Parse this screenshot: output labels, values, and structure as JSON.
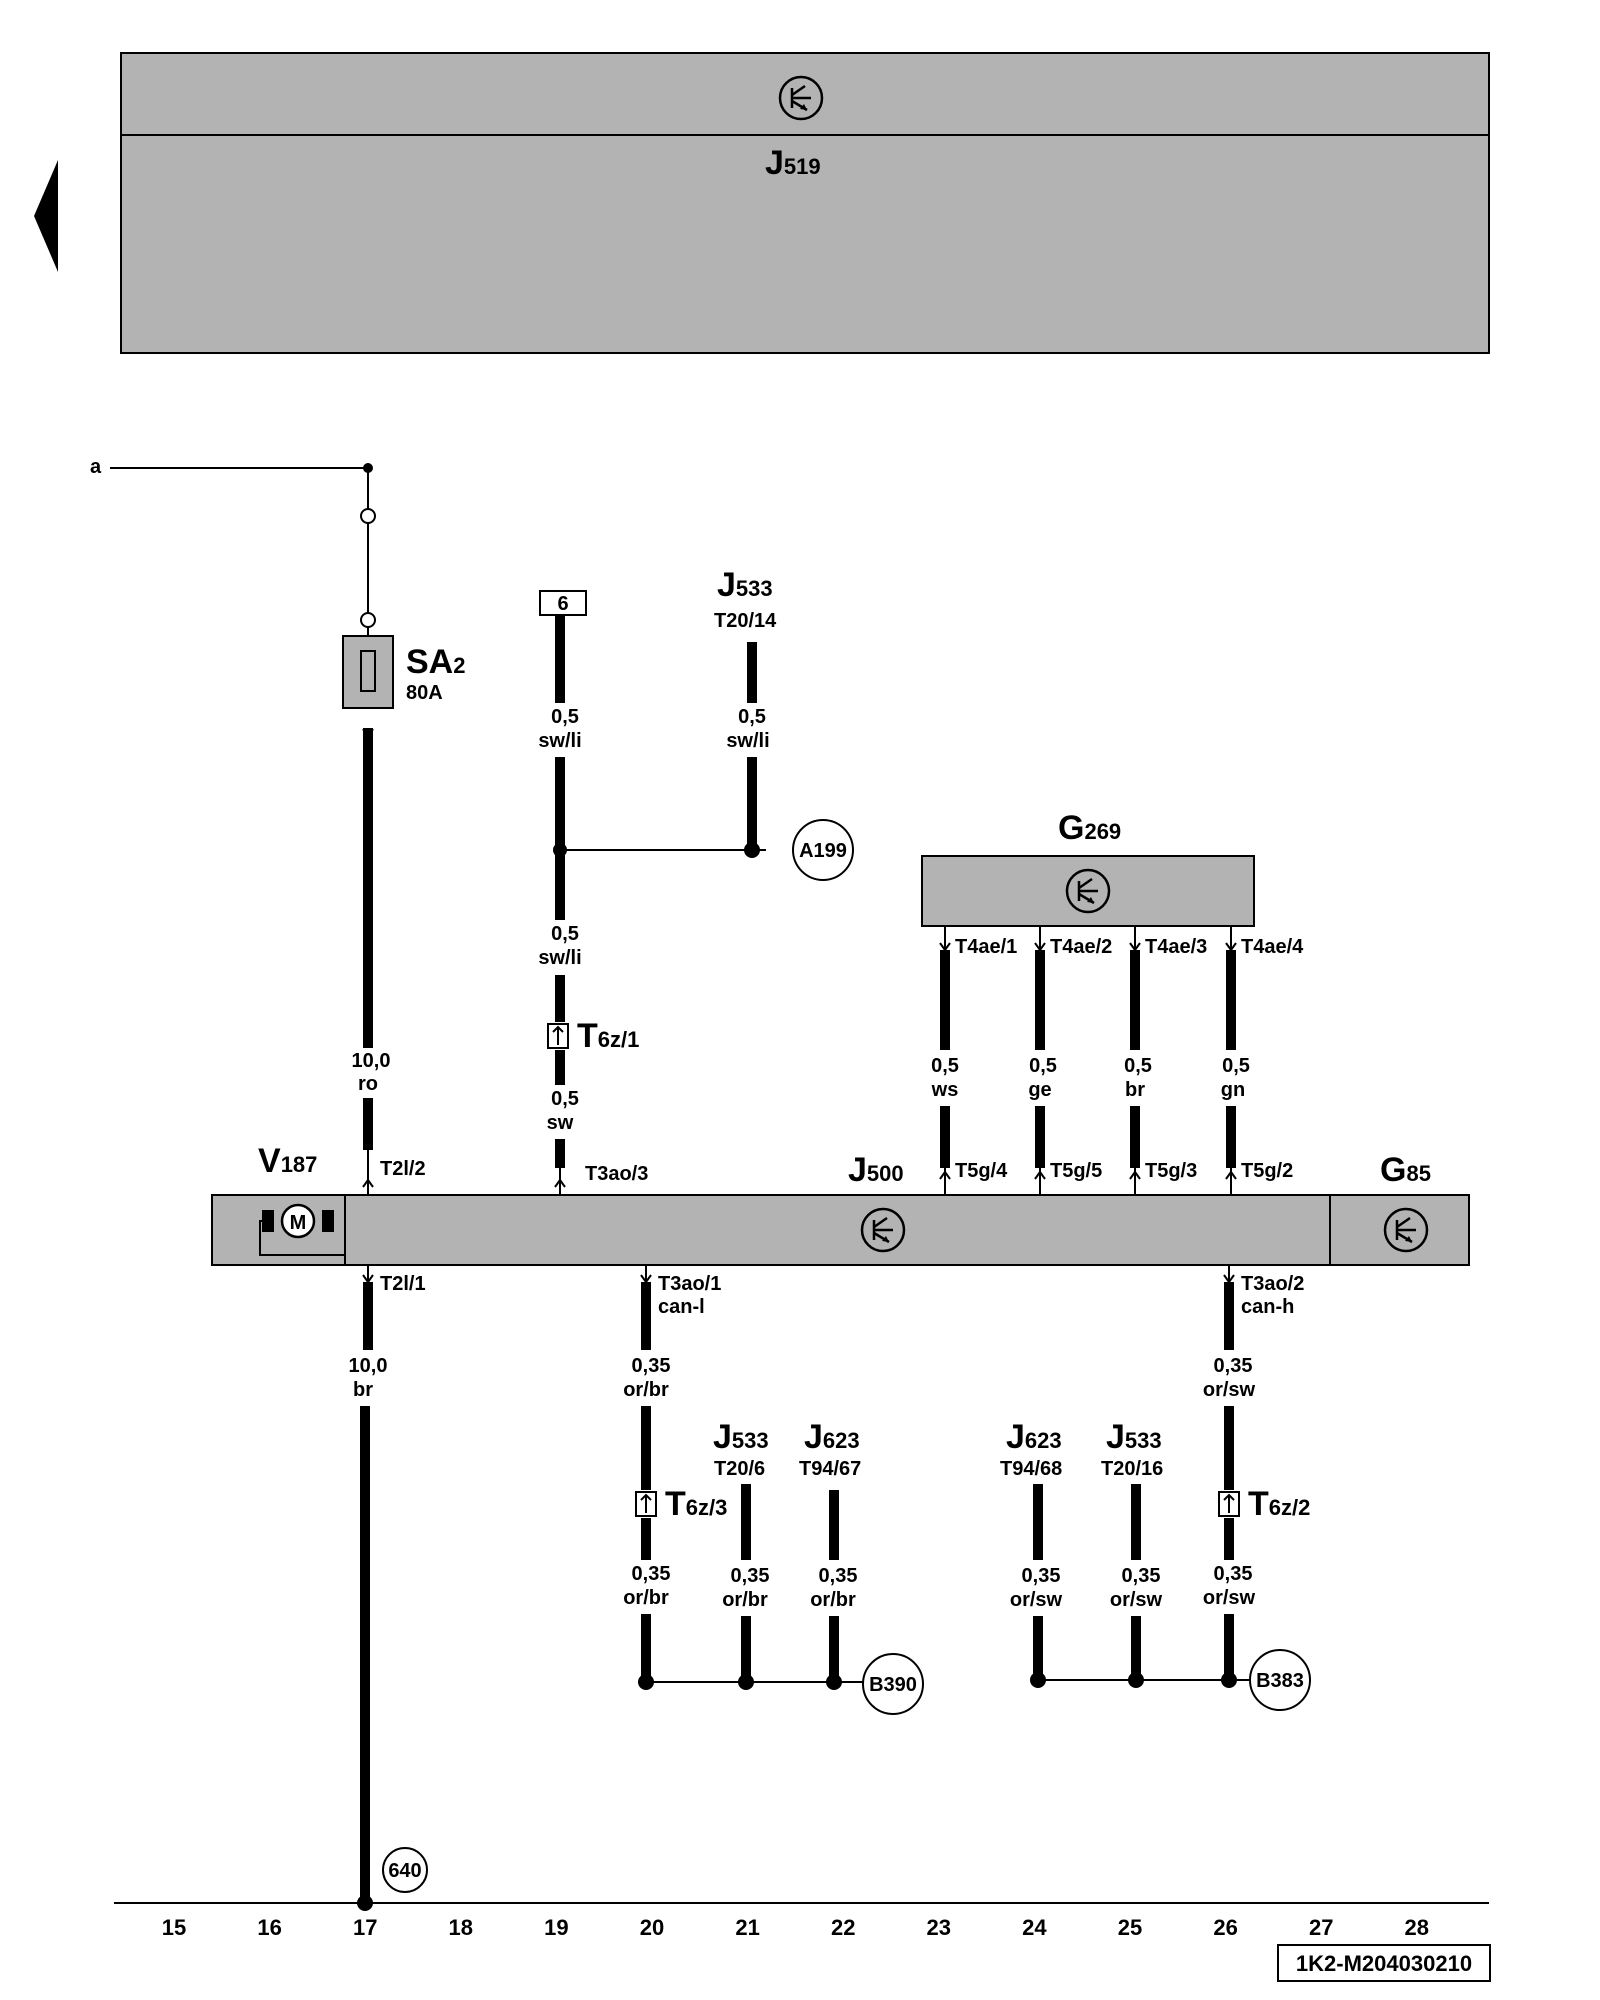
{
  "components": {
    "j519": {
      "name": "J",
      "sub": "519"
    },
    "sa2": {
      "name": "SA",
      "sub": "2",
      "rating": "80A"
    },
    "v187": {
      "name": "V",
      "sub": "187",
      "motor": "M"
    },
    "j500": {
      "name": "J",
      "sub": "500"
    },
    "g85": {
      "name": "G",
      "sub": "85"
    },
    "g269": {
      "name": "G",
      "sub": "269"
    },
    "j533_top": {
      "name": "J",
      "sub": "533",
      "pin": "T20/14"
    },
    "j533_a": {
      "name": "J",
      "sub": "533",
      "pin": "T20/6"
    },
    "j623_a": {
      "name": "J",
      "sub": "623",
      "pin": "T94/67"
    },
    "j623_b": {
      "name": "J",
      "sub": "623",
      "pin": "T94/68"
    },
    "j533_b": {
      "name": "J",
      "sub": "533",
      "pin": "T20/16"
    }
  },
  "line_a": "a",
  "ref_box_6": "6",
  "connectors": {
    "t6z1": {
      "name": "T",
      "sub": "6z/1"
    },
    "t6z3": {
      "name": "T",
      "sub": "6z/3"
    },
    "t6z2": {
      "name": "T",
      "sub": "6z/2"
    }
  },
  "pins": {
    "t2l2": "T2l/2",
    "t2l1": "T2l/1",
    "t3ao3": "T3ao/3",
    "t3ao1": "T3ao/1",
    "t3ao2": "T3ao/2",
    "t4ae1": "T4ae/1",
    "t4ae2": "T4ae/2",
    "t4ae3": "T4ae/3",
    "t4ae4": "T4ae/4",
    "t5g4": "T5g/4",
    "t5g5": "T5g/5",
    "t5g3": "T5g/3",
    "t5g2": "T5g/2",
    "can_l": "can-l",
    "can_h": "can-h"
  },
  "wires": {
    "w17_upper": {
      "size": "10,0",
      "color": "ro"
    },
    "w17_lower": {
      "size": "10,0",
      "color": "br"
    },
    "w19_a": {
      "size": "0,5",
      "color": "sw/li"
    },
    "w19_b": {
      "size": "0,5",
      "color": "sw/li"
    },
    "w19_c": {
      "size": "0,5",
      "color": "sw"
    },
    "w21_top": {
      "size": "0,5",
      "color": "sw/li"
    },
    "w23": {
      "size": "0,5",
      "color": "ws"
    },
    "w24": {
      "size": "0,5",
      "color": "ge"
    },
    "w25": {
      "size": "0,5",
      "color": "br"
    },
    "w26": {
      "size": "0,5",
      "color": "gn"
    },
    "w20_a": {
      "size": "0,35",
      "color": "or/br"
    },
    "w20_b": {
      "size": "0,35",
      "color": "or/br"
    },
    "w21": {
      "size": "0,35",
      "color": "or/br"
    },
    "w22": {
      "size": "0,35",
      "color": "or/br"
    },
    "w24b": {
      "size": "0,35",
      "color": "or/sw"
    },
    "w25b": {
      "size": "0,35",
      "color": "or/sw"
    },
    "w26_a": {
      "size": "0,35",
      "color": "or/sw"
    },
    "w26_b": {
      "size": "0,35",
      "color": "or/sw"
    }
  },
  "junctions": {
    "a199": "A199",
    "b390": "B390",
    "b383": "B383",
    "n640": "640"
  },
  "columns": [
    "15",
    "16",
    "17",
    "18",
    "19",
    "20",
    "21",
    "22",
    "23",
    "24",
    "25",
    "26",
    "27",
    "28"
  ],
  "diagram_id": "1K2-M204030210",
  "colors": {
    "housing": "#b3b3b3",
    "wire": "#000000",
    "background": "#ffffff"
  }
}
